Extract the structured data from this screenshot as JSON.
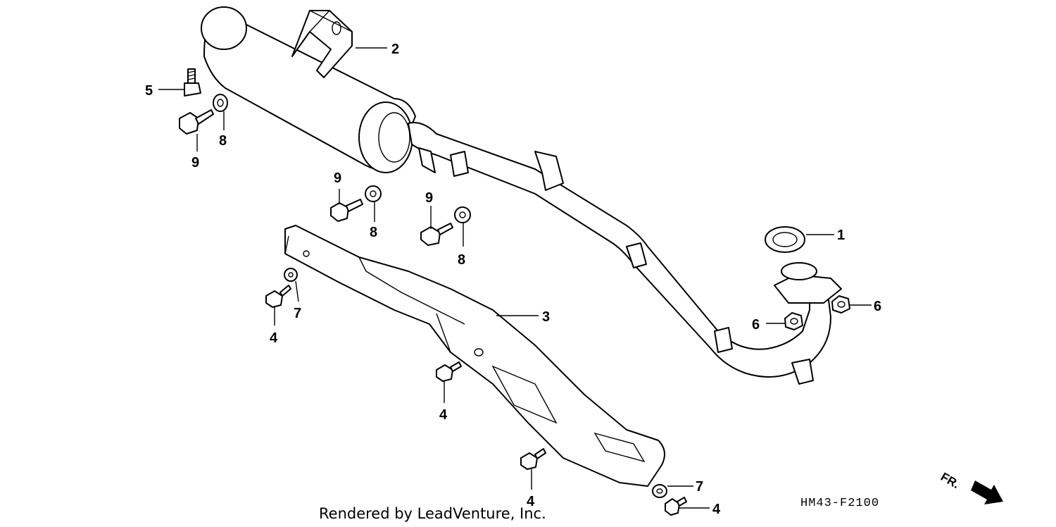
{
  "diagram": {
    "callouts": {
      "gasket": "1",
      "muffler": "2",
      "heat_guard": "3",
      "bolt_4": "4",
      "bolt_5": "5",
      "nut_6": "6",
      "washer_7": "7",
      "washer_8": "8",
      "bolt_9": "9"
    },
    "diagram_code": "HM43-F2100",
    "credit": "Rendered by LeadVenture, Inc.",
    "direction_label": "FR."
  }
}
